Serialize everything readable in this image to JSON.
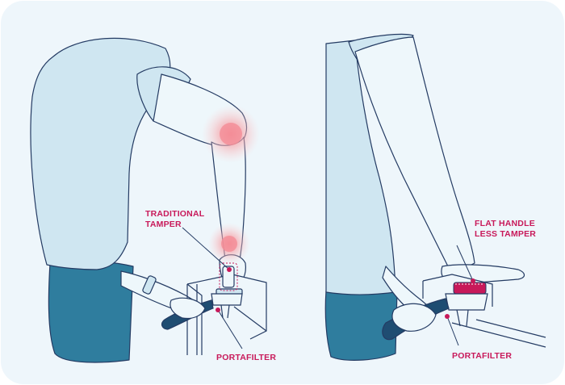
{
  "colors": {
    "background": "#eef6fb",
    "shirt": "#cfe6f1",
    "skin": "#eef7fb",
    "pants": "#2f7d9e",
    "outline": "#243b63",
    "accent": "#c8195a",
    "pain": "#f5a3a8",
    "handle": "#1f4d72"
  },
  "left_panel": {
    "tamper_label_line1": "TRADITIONAL",
    "tamper_label_line2": "TAMPER",
    "portafilter_label": "PORTAFILTER"
  },
  "right_panel": {
    "tamper_label_line1": "FLAT HANDLE",
    "tamper_label_line2": "LESS TAMPER",
    "portafilter_label": "PORTAFILTER"
  }
}
